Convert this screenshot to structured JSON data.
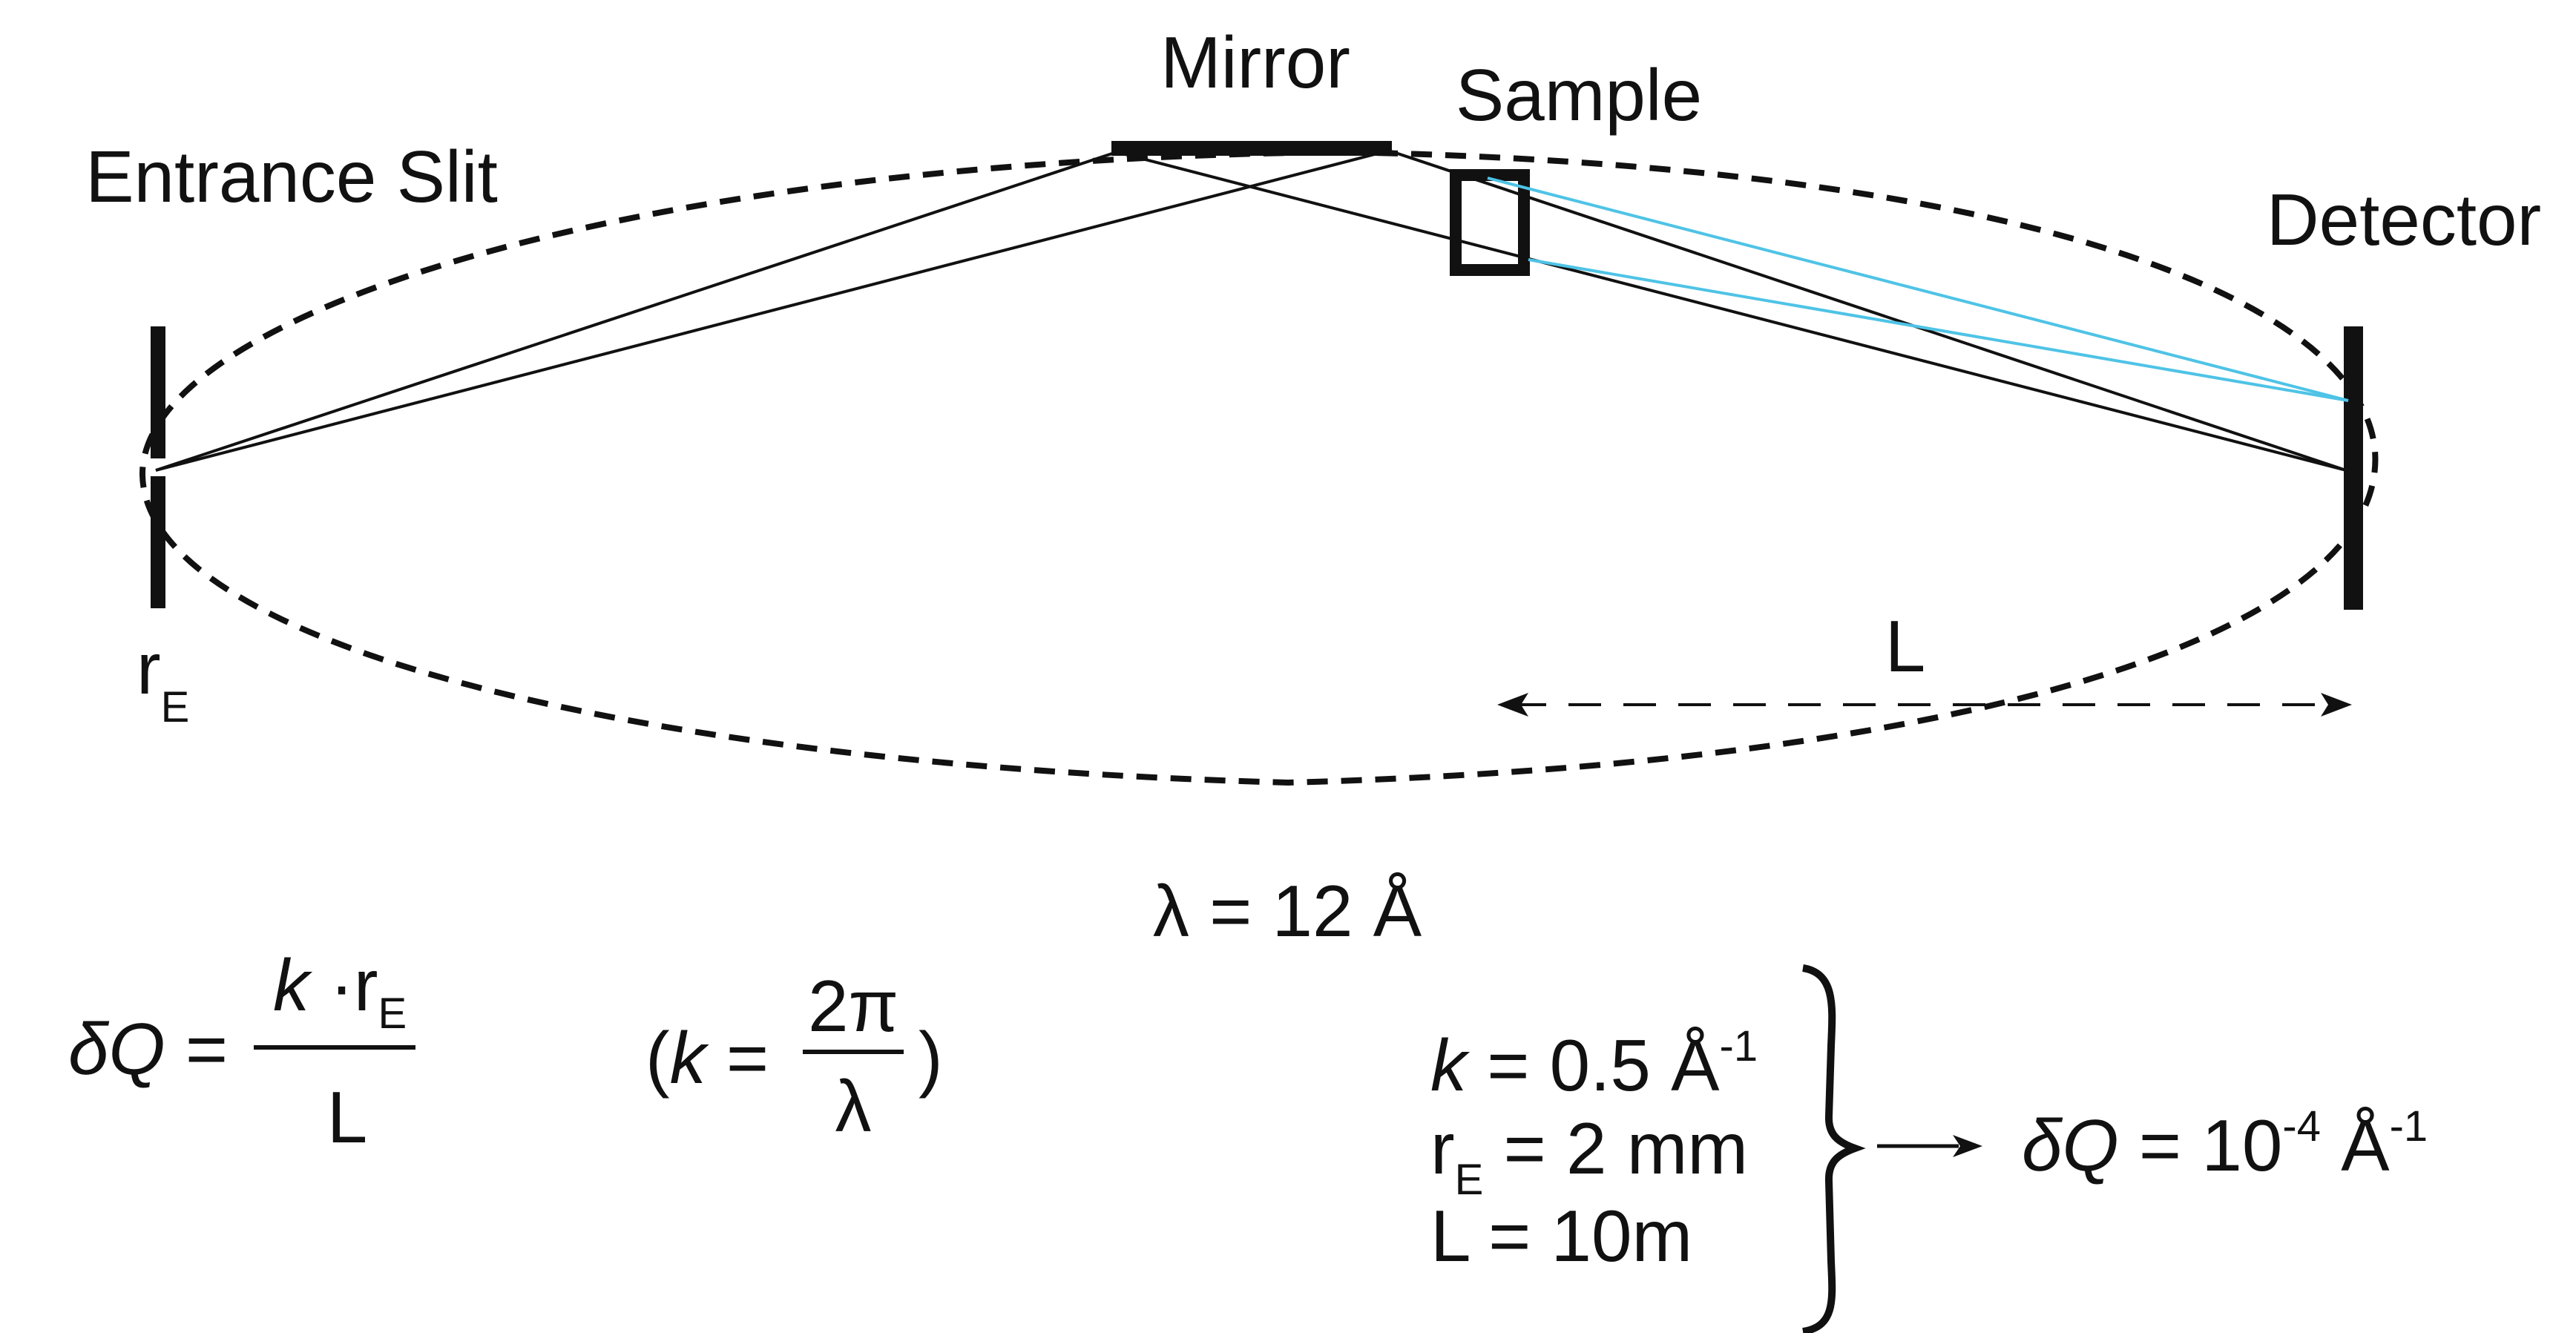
{
  "labels": {
    "mirror": "Mirror",
    "sample": "Sample",
    "entrance_slit": "Entrance Slit",
    "detector": "Detector",
    "slit_radius": "r",
    "slit_radius_sub": "E",
    "distance": "L"
  },
  "equations": {
    "wavelength": "λ = 12 Å",
    "dq_lhs_symbol": "δQ",
    "dq_lhs_eq": " = ",
    "dq_num_k": "k",
    "dq_num_dot_r": " ·r",
    "dq_num_sub": "E",
    "dq_den": "L",
    "k_open": "(",
    "k_symbol": "k",
    "k_eq": " = ",
    "k_num": "2π",
    "k_den": "λ",
    "k_close": ")",
    "param_k_symbol": "k",
    "param_k_value": " = 0.5 Å",
    "param_k_exp": "-1",
    "param_r_symbol": "r",
    "param_r_sub": "E",
    "param_r_value": " = 2 mm",
    "param_L": "L = 10m",
    "result_symbol": "δQ",
    "result_value": " = 10",
    "result_exp1": "-4",
    "result_unit": " Å",
    "result_exp2": "-1"
  },
  "colors": {
    "ink": "#111111",
    "scattered_beam": "#4ec3e6"
  }
}
